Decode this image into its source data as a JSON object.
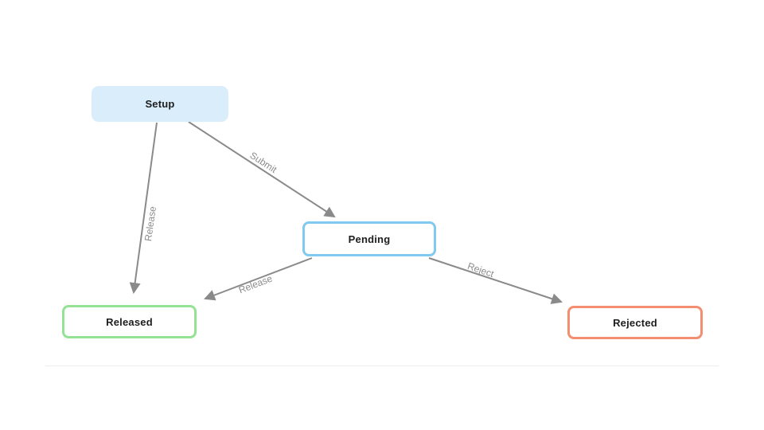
{
  "diagram": {
    "type": "flowchart",
    "background_color": "#ffffff",
    "edge_color": "#8a8a8a",
    "edge_label_color": "#8c8c8c",
    "node_text_color": "#1d1d1d",
    "divider_color": "#ededed",
    "nodes": [
      {
        "id": "setup",
        "label": "Setup",
        "fill": "#d9edfb",
        "border": "#d9edfb"
      },
      {
        "id": "pending",
        "label": "Pending",
        "fill": "#ffffff",
        "border": "#82c9f1"
      },
      {
        "id": "released",
        "label": "Released",
        "fill": "#ffffff",
        "border": "#94e294"
      },
      {
        "id": "rejected",
        "label": "Rejected",
        "fill": "#ffffff",
        "border": "#f48e71"
      }
    ],
    "edges": [
      {
        "from": "Setup",
        "to": "Pending",
        "label": "Submit"
      },
      {
        "from": "Setup",
        "to": "Released",
        "label": "Release"
      },
      {
        "from": "Pending",
        "to": "Released",
        "label": "Release"
      },
      {
        "from": "Pending",
        "to": "Rejected",
        "label": "Reject"
      }
    ]
  }
}
